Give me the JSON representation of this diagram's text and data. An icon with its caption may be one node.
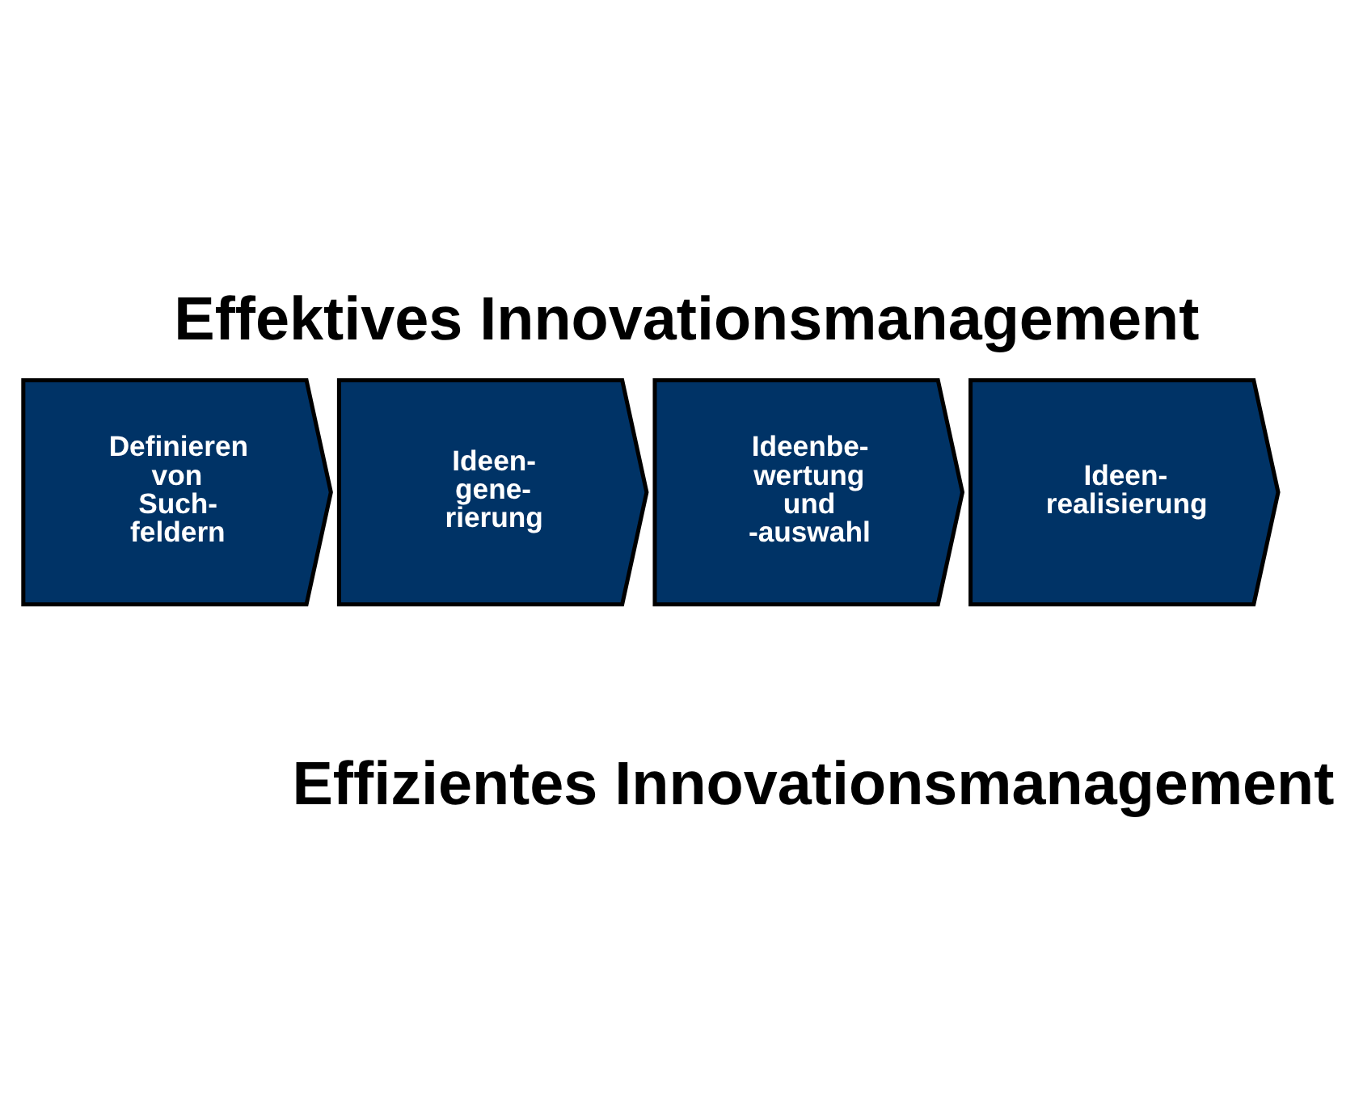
{
  "diagram": {
    "title": "Effektives Innovationsmanagement",
    "caption": "Effizientes Innovationsmanagement",
    "nodes": [
      {
        "text": [
          "Definieren von Such- feldern"
        ]
      },
      {
        "text": [
          "Ideen- gene- rierung"
        ]
      },
      {
        "text": [
          "Ideenbe- wertung und -auswahl"
        ]
      },
      {
        "text": [
          "Ideen- realisierung"
        ]
      }
    ],
    "edges": []
  }
}
